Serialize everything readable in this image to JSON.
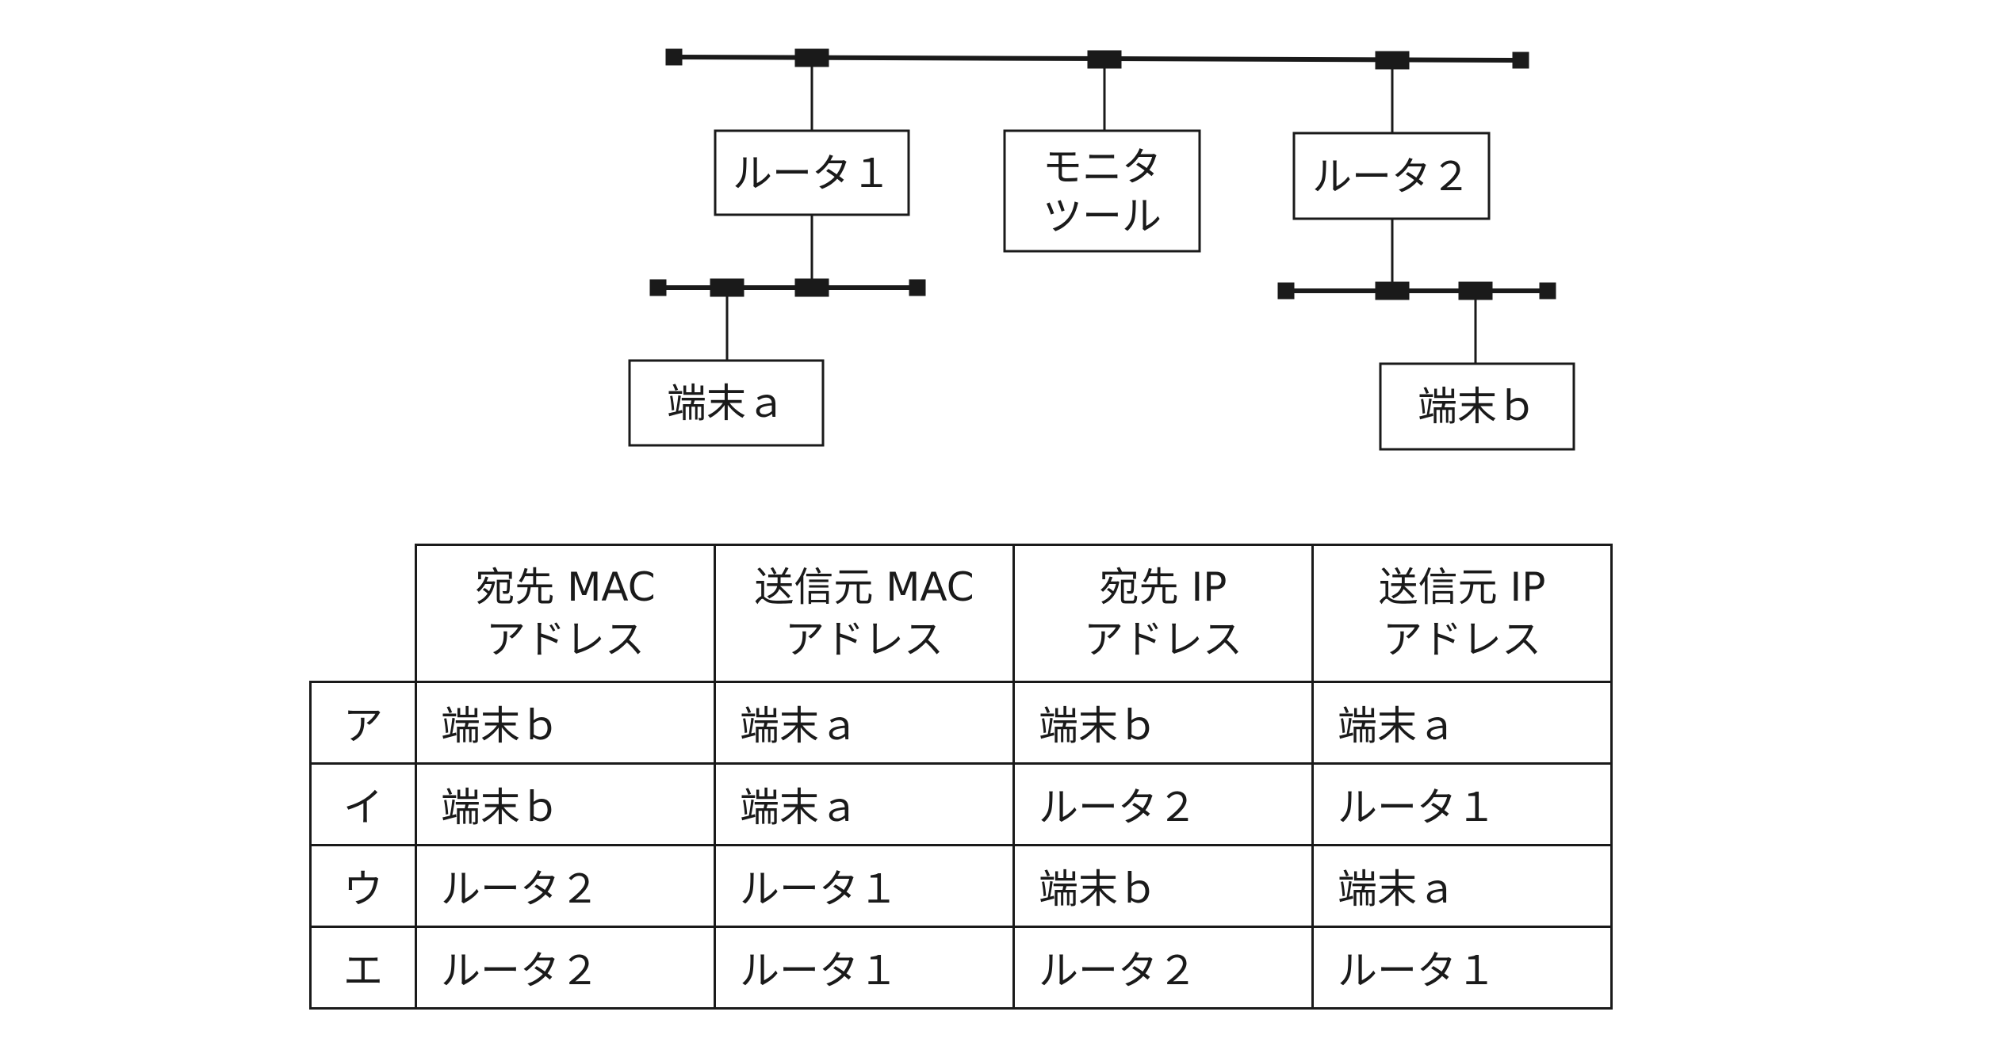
{
  "diagram": {
    "nodes": {
      "router1": "ルータ１",
      "monitor_line1": "モニタ",
      "monitor_line2": "ツール",
      "router2": "ルータ２",
      "terminal_a": "端末ａ",
      "terminal_b": "端末ｂ"
    }
  },
  "table": {
    "headers": [
      {
        "line1": "宛先 MAC",
        "line2": "アドレス"
      },
      {
        "line1": "送信元 MAC",
        "line2": "アドレス"
      },
      {
        "line1": "宛先 IP",
        "line2": "アドレス"
      },
      {
        "line1": "送信元 IP",
        "line2": "アドレス"
      }
    ],
    "rows": [
      {
        "label": "ア",
        "cells": [
          "端末ｂ",
          "端末ａ",
          "端末ｂ",
          "端末ａ"
        ]
      },
      {
        "label": "イ",
        "cells": [
          "端末ｂ",
          "端末ａ",
          "ルータ２",
          "ルータ１"
        ]
      },
      {
        "label": "ウ",
        "cells": [
          "ルータ２",
          "ルータ１",
          "端末ｂ",
          "端末ａ"
        ]
      },
      {
        "label": "エ",
        "cells": [
          "ルータ２",
          "ルータ１",
          "ルータ２",
          "ルータ１"
        ]
      }
    ]
  }
}
